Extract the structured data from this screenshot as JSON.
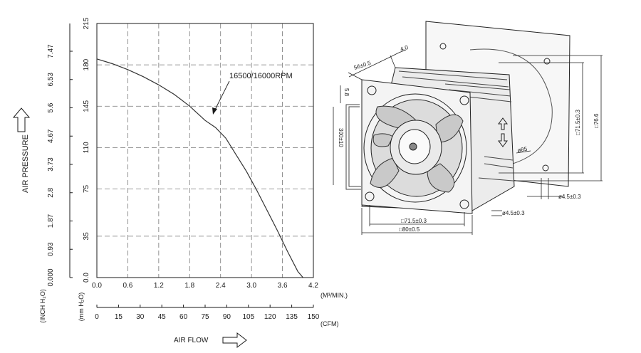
{
  "chart_data": {
    "type": "line",
    "curve_label": "16500/16000RPM",
    "y_label": "AIR PRESSURE",
    "x_label": "AIR FLOW",
    "y_unit_inch": "(INCH H₂O)",
    "y_unit_mm": "(mm H₂O)",
    "x_unit_m3": "(M³/MIN.)",
    "x_unit_cfm": "(CFM)",
    "y_ticks_mm": [
      "0.0",
      "35",
      "75",
      "110",
      "145",
      "180",
      "215"
    ],
    "y_ticks_inch": [
      "0.000",
      "0.93",
      "1.87",
      "2.8",
      "3.73",
      "4.67",
      "5.6",
      "6.53",
      "7.47"
    ],
    "x_ticks_m3": [
      "0.0",
      "0.6",
      "1.2",
      "1.8",
      "2.4",
      "3.0",
      "3.6",
      "4.2"
    ],
    "x_ticks_cfm": [
      "0",
      "15",
      "30",
      "45",
      "60",
      "75",
      "90",
      "105",
      "120",
      "135",
      "150"
    ],
    "ylim_mm": [
      0,
      215
    ],
    "xlim_m3": [
      0,
      4.2
    ],
    "grid": true,
    "series": [
      {
        "name": "16500/16000RPM",
        "x": [
          0.0,
          0.3,
          0.6,
          0.9,
          1.2,
          1.5,
          1.8,
          2.1,
          2.3,
          2.5,
          2.7,
          2.9,
          3.1,
          3.3,
          3.5,
          3.7,
          3.9,
          4.0
        ],
        "y": [
          185,
          181,
          176,
          170,
          163,
          155,
          145,
          133,
          127,
          118,
          104,
          90,
          74,
          57,
          40,
          22,
          5,
          0
        ]
      }
    ]
  },
  "drawing": {
    "dims": {
      "width_top": "56±0.5",
      "flange": "4.0",
      "left_small": "5.8",
      "lead_length": "300±10",
      "square_hole_right": "□71.5±0.3",
      "outer_right": "□76.6",
      "guard_dia": "ø85",
      "hole_right": "ø4.5±0.3",
      "hole_bottom": "ø4.5±0.3",
      "square_hole_bottom": "□71.5±0.3",
      "outer_bottom": "□80±0.5"
    }
  }
}
